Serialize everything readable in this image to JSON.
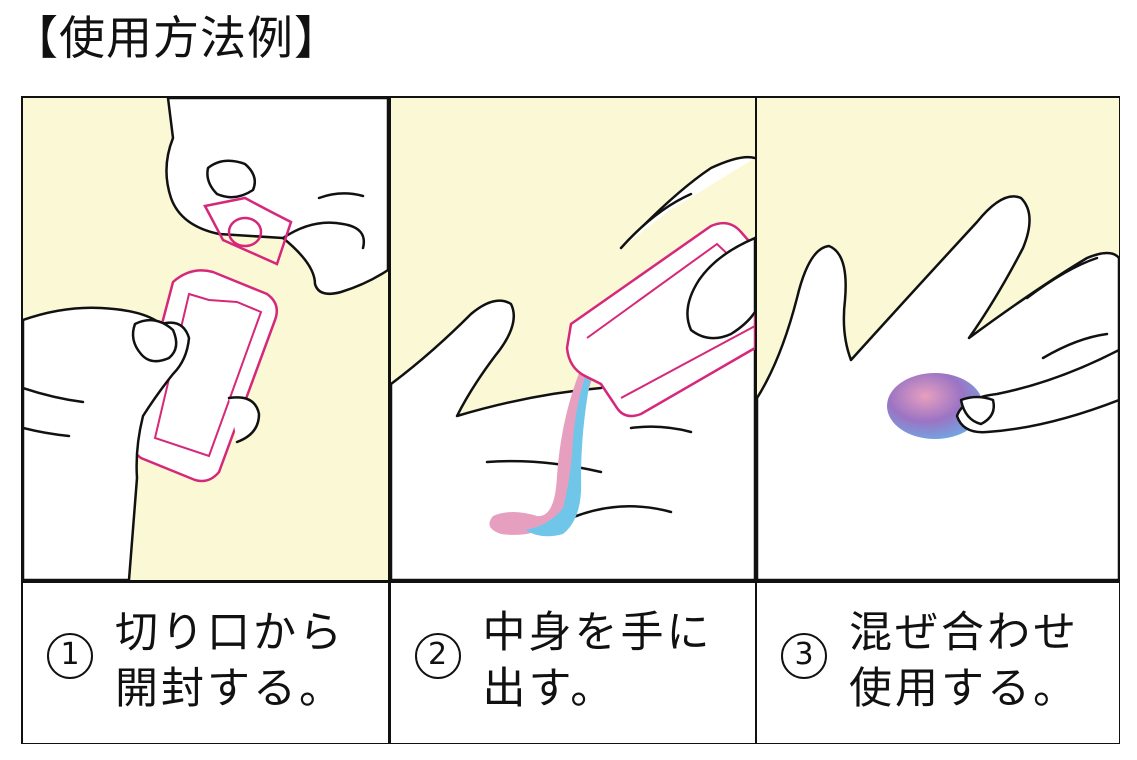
{
  "title": "【使用方法例】",
  "steps": [
    {
      "number": "1",
      "line1": "切り口から",
      "line2": "開封する。"
    },
    {
      "number": "2",
      "line1": "中身を手に",
      "line2": "出す。"
    },
    {
      "number": "3",
      "line1": "混ぜ合わせ",
      "line2": "使用する。"
    }
  ],
  "colors": {
    "panel_background": "#fbf8d6",
    "outline": "#111111",
    "sachet_border": "#d6287a",
    "cream_pink": "#e79fbf",
    "cream_blue": "#6fc6e8",
    "mixed_purple": "#8d6bc3"
  }
}
